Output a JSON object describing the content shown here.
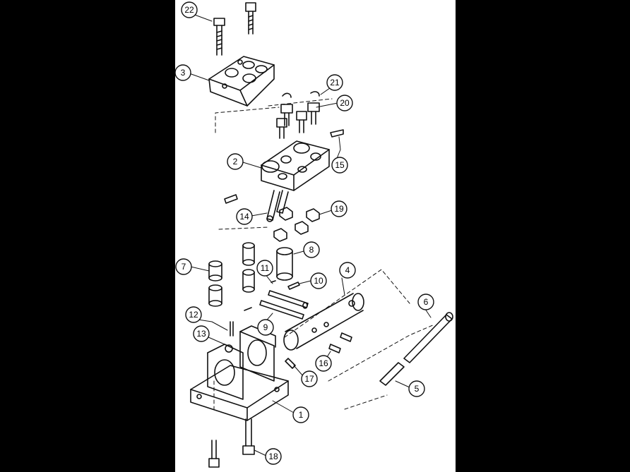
{
  "colors": {
    "background": "#000000",
    "sheet": "#ffffff",
    "ink": "#111111"
  },
  "callouts": [
    {
      "label": "1"
    },
    {
      "label": "2"
    },
    {
      "label": "3"
    },
    {
      "label": "4"
    },
    {
      "label": "5"
    },
    {
      "label": "6"
    },
    {
      "label": "7"
    },
    {
      "label": "8"
    },
    {
      "label": "9"
    },
    {
      "label": "10"
    },
    {
      "label": "11"
    },
    {
      "label": "12"
    },
    {
      "label": "13"
    },
    {
      "label": "14"
    },
    {
      "label": "15"
    },
    {
      "label": "16"
    },
    {
      "label": "17"
    },
    {
      "label": "18"
    },
    {
      "label": "19"
    },
    {
      "label": "20"
    },
    {
      "label": "21"
    },
    {
      "label": "22"
    }
  ]
}
